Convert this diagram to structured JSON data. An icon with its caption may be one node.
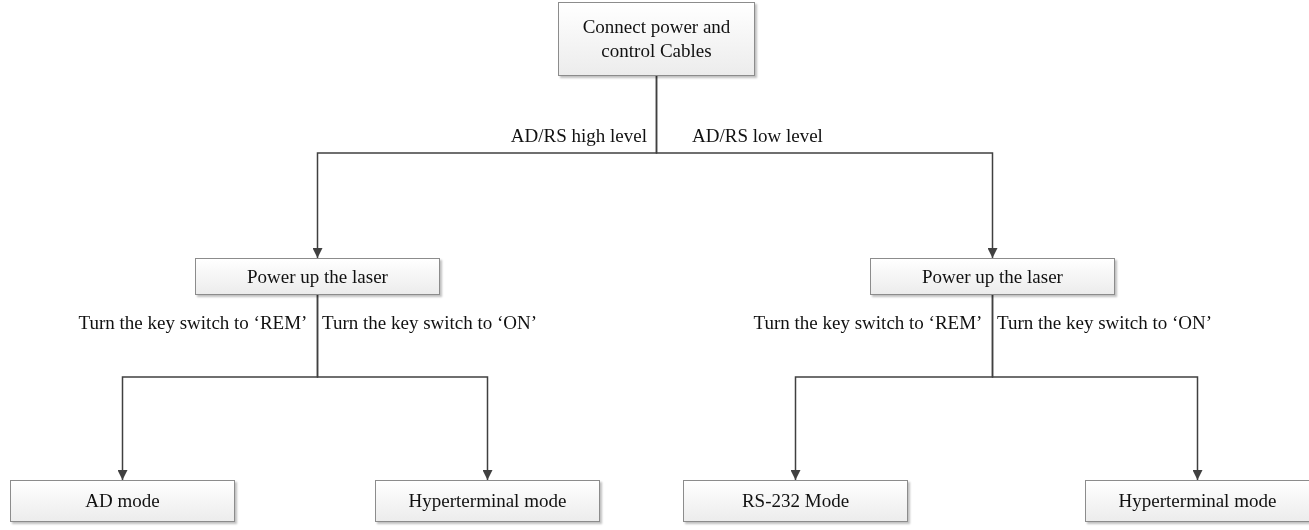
{
  "diagram": {
    "nodes": [
      {
        "text": [
          "Connect power and control Cables"
        ]
      },
      {
        "text": [
          "Power up the laser"
        ]
      },
      {
        "text": [
          "Power up the laser"
        ]
      },
      {
        "text": [
          "AD mode"
        ]
      },
      {
        "text": [
          "Hyperterminal mode"
        ]
      },
      {
        "text": [
          "RS-232 Mode"
        ]
      },
      {
        "text": [
          "Hyperterminal mode"
        ]
      }
    ],
    "edges": [
      {
        "from": 0,
        "to": 1,
        "arrow": "to",
        "label": "AD/RS high level"
      },
      {
        "from": 0,
        "to": 2,
        "arrow": "to",
        "label": "AD/RS low level"
      },
      {
        "from": 1,
        "to": 3,
        "arrow": "to",
        "label": "Turn the key switch to ‘REM’"
      },
      {
        "from": 1,
        "to": 4,
        "arrow": "to",
        "label": "Turn the key switch to ‘ON’"
      },
      {
        "from": 2,
        "to": 5,
        "arrow": "to",
        "label": "Turn the key switch to ‘REM’"
      },
      {
        "from": 2,
        "to": 6,
        "arrow": "to",
        "label": "Turn the key switch to ‘ON’"
      }
    ]
  }
}
